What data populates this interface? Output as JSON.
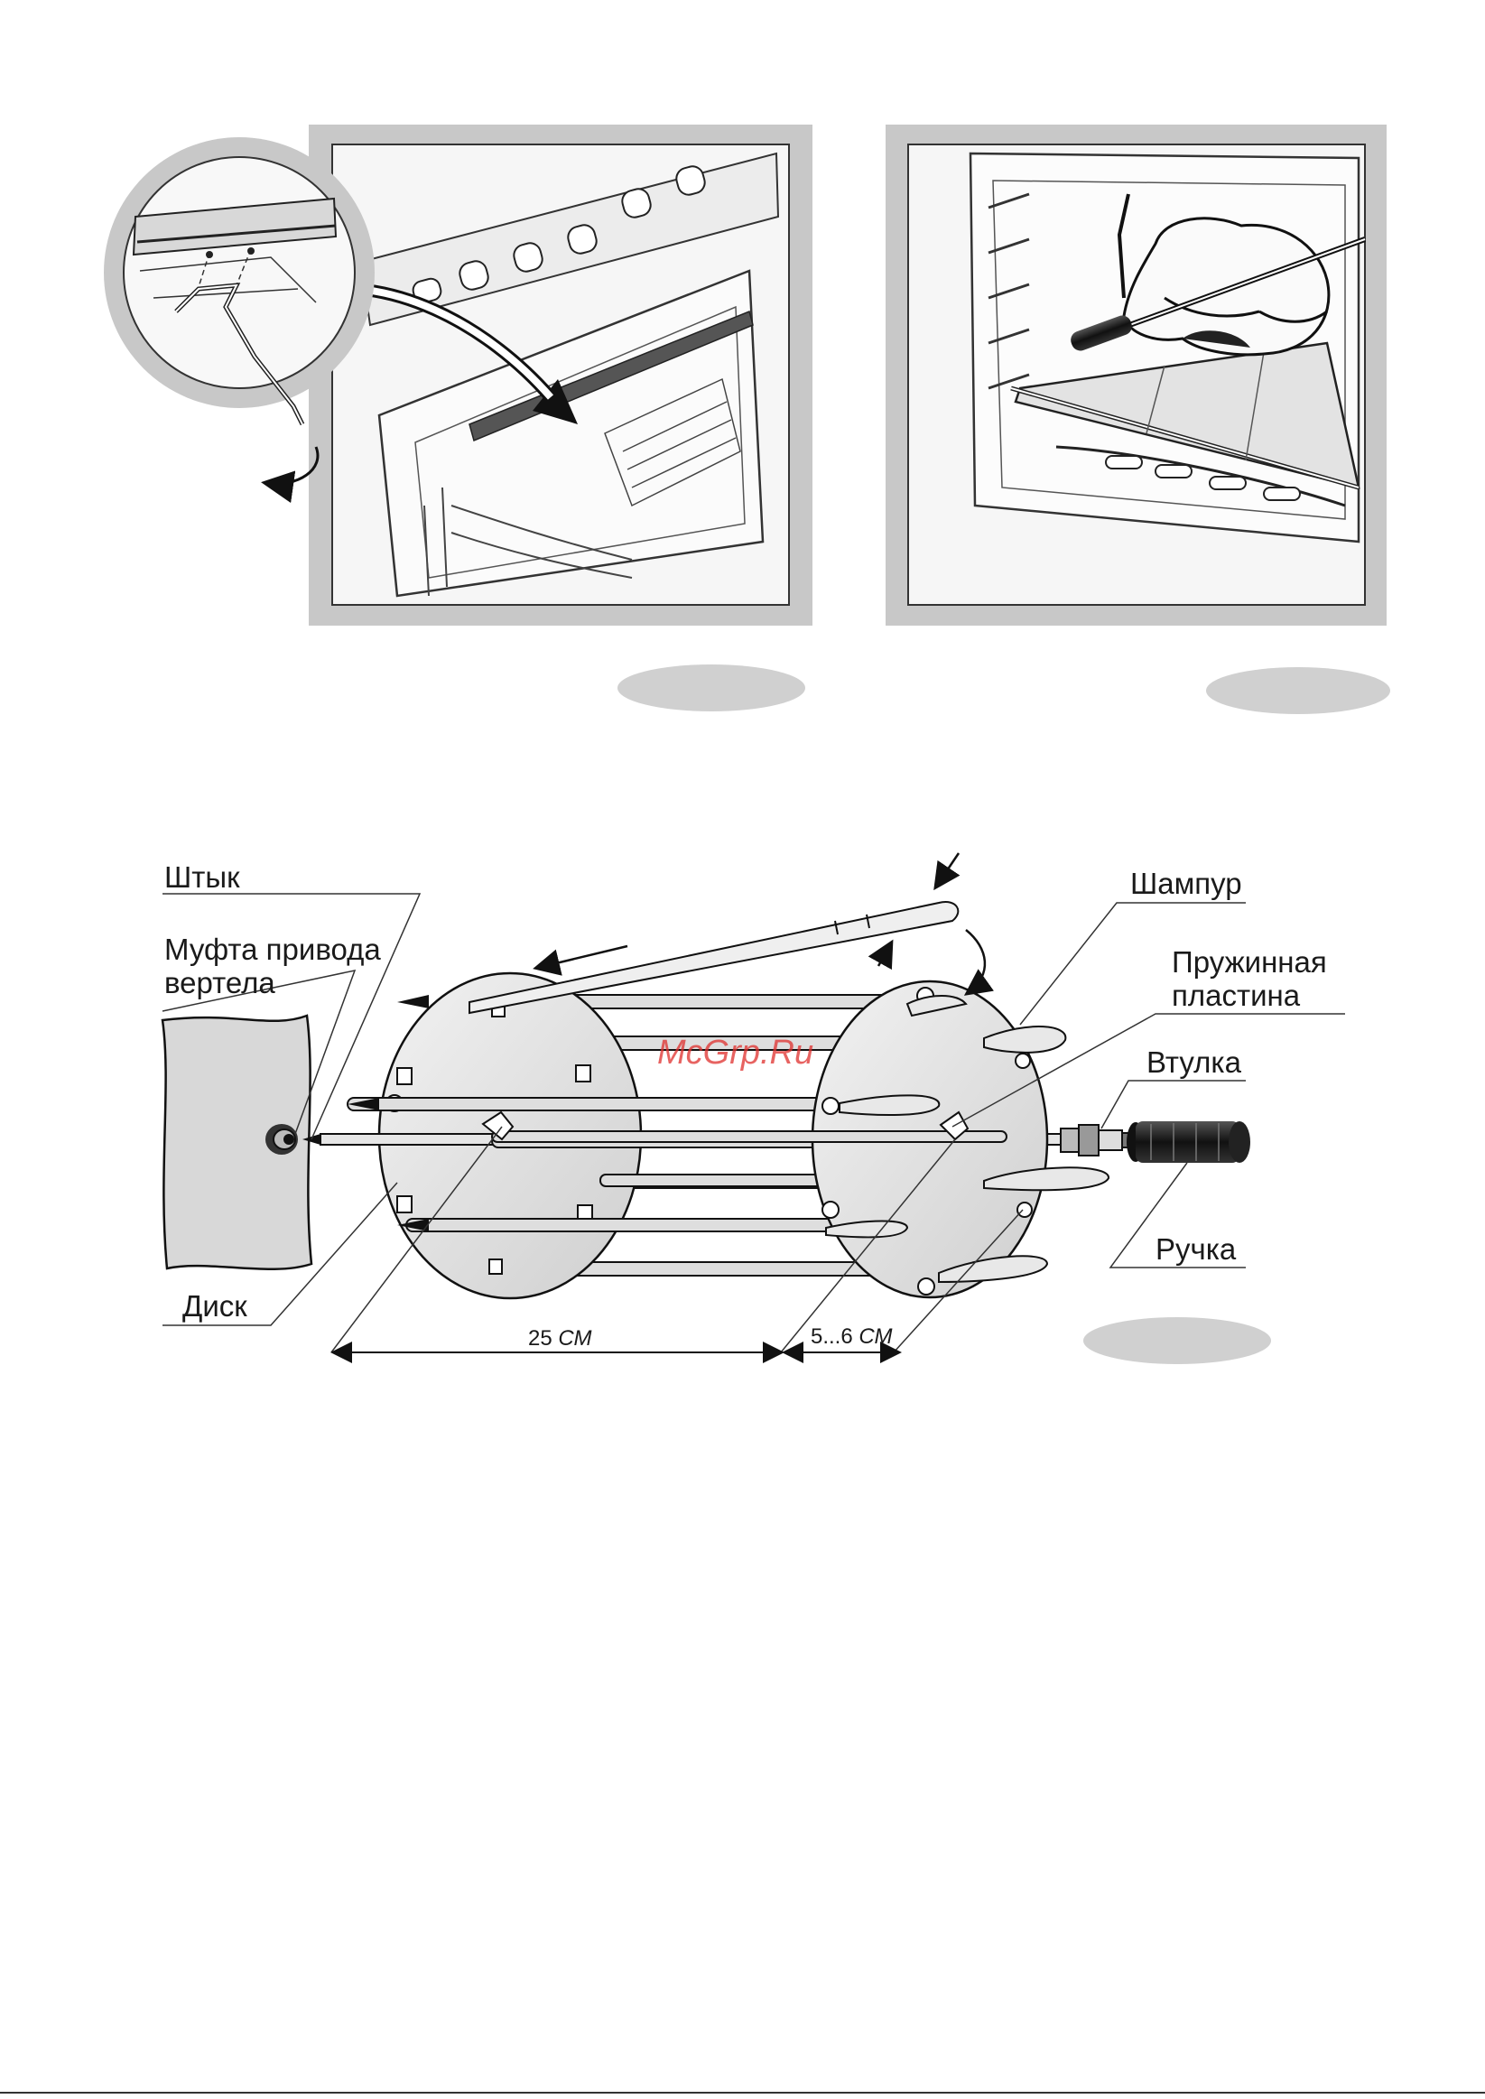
{
  "labels": {
    "bayonet": "Штык",
    "coupling_line1": "Муфта привода",
    "coupling_line2": "вертела",
    "disk": "Диск",
    "skewer": "Шампур",
    "spring_plate_line1": "Пружинная",
    "spring_plate_line2": "пластина",
    "bushing": "Втулка",
    "handle": "Ручка"
  },
  "dimensions": {
    "length_value": "25",
    "length_unit": "СМ",
    "gap_value": "5...6",
    "gap_unit": "СМ"
  },
  "watermark": "McGrp.Ru",
  "colors": {
    "panel_border": "#c8c8c8",
    "panel_fill": "#f4f4f4",
    "figure_badge": "#d0d0d0",
    "disk_fill": "#e4e4e4",
    "watermark": "#e0302d"
  },
  "icons": {
    "rotate_arrow": "curved-arrow-icon",
    "insert_arrow": "arrow-icon"
  }
}
